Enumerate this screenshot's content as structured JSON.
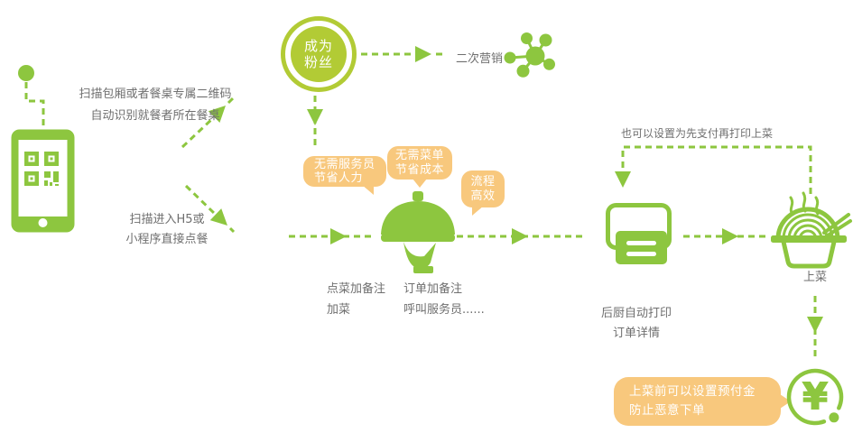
{
  "colors": {
    "green": "#8dc63f",
    "lime_green": "#b2cb35",
    "orange": "#f8c87d",
    "text_gray": "#6f6f6f",
    "white": "#ffffff"
  },
  "icons": {
    "phone": "phone-qr-icon",
    "marketing": "network-molecule-icon",
    "dish": "cloche-serving-icon",
    "printer": "printer-icon",
    "serving": "noodle-bowl-icon",
    "payment": "yen-coin-icon"
  },
  "left": {
    "scan_line1": "扫描包厢或者餐桌专属二维码",
    "scan_line2": "自动识别就餐者所在餐桌",
    "h5_line1": "扫描进入H5或",
    "h5_line2": "小程序直接点餐"
  },
  "fan": {
    "badge_line1": "成为",
    "badge_line2": "粉丝",
    "marketing_label": "二次营销"
  },
  "bubbles": {
    "waiter_line1": "无需服务员",
    "waiter_line2": "节省人力",
    "menu_line1": "无需菜单",
    "menu_line2": "节省成本",
    "process_line1": "流程",
    "process_line2": "高效"
  },
  "order_notes": {
    "col1_line1": "点菜加备注",
    "col1_line2": "加菜",
    "col2_line1": "订单加备注",
    "col2_line2": "呼叫服务员......"
  },
  "printer": {
    "caption_line1": "后厨自动打印",
    "caption_line2": "订单详情"
  },
  "flow": {
    "prepay_print_note": "也可以设置为先支付再打印上菜"
  },
  "serving": {
    "label": "上菜"
  },
  "payment": {
    "bubble_line1": "上菜前可以设置预付金",
    "bubble_line2": "防止恶意下单",
    "currency": "¥"
  }
}
